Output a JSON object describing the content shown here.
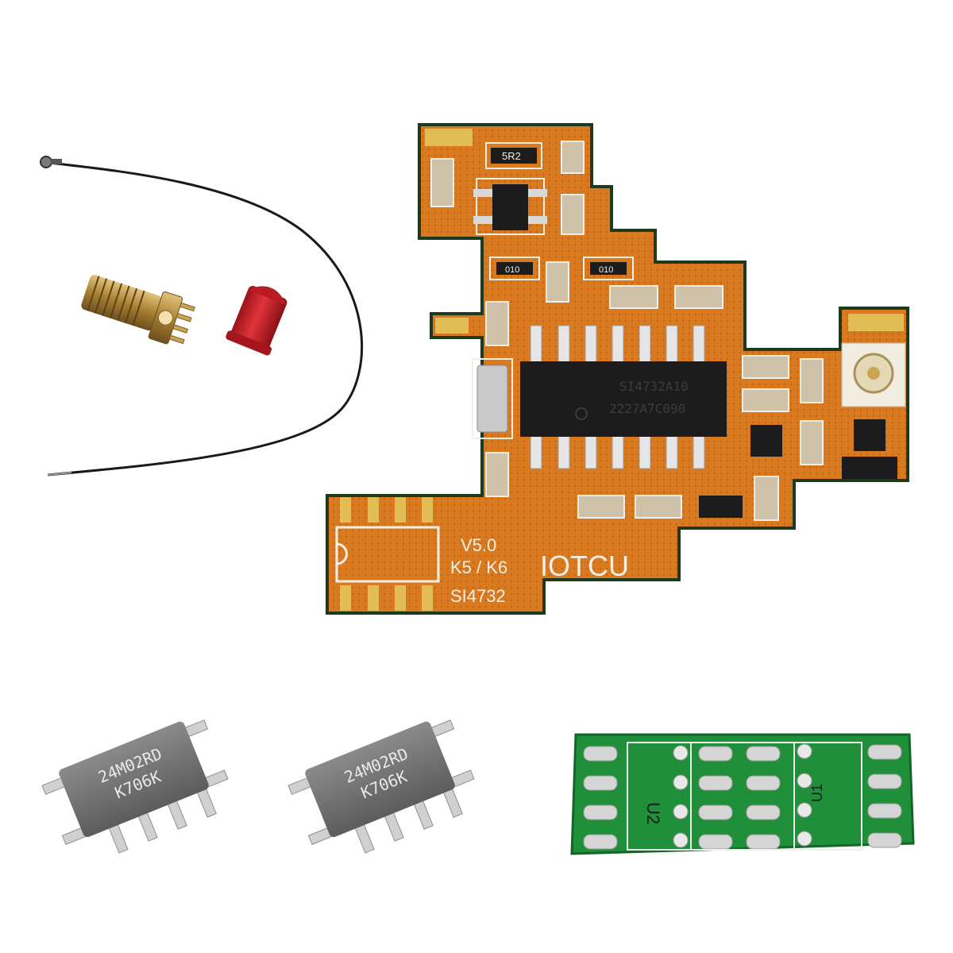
{
  "photo": {
    "subject": "Radio modification kit",
    "main_board": {
      "silkscreen_version": "V5.0",
      "silkscreen_models": "K5 / K6",
      "silkscreen_chip": "SI4732",
      "silkscreen_brand": "IOTCU",
      "chip_marking_line1": "SI4732A10",
      "chip_marking_line2": "2227A7C090",
      "resistor_marks": [
        "5R2",
        "010",
        "010"
      ]
    },
    "eeprom_chips": [
      {
        "marking_line1": "24M02RD",
        "marking_line2": "K706K"
      },
      {
        "marking_line1": "24M02RD",
        "marking_line2": "K706K"
      }
    ],
    "adapter_board": {
      "label_u2": "U2",
      "label_u1": "U1"
    },
    "accessories": [
      "antenna-cable",
      "sma-connector",
      "red-dust-cap"
    ],
    "colors": {
      "background": "#ffffff",
      "pcb_orange": "#d6761e",
      "pcb_green": "#1f8f3a",
      "gold_pad": "#d9b04a",
      "chip_black": "#1c1c1c",
      "eeprom_gray": "#6e6e6e",
      "cap_red": "#c8232a",
      "brass": "#b08a3a"
    }
  }
}
